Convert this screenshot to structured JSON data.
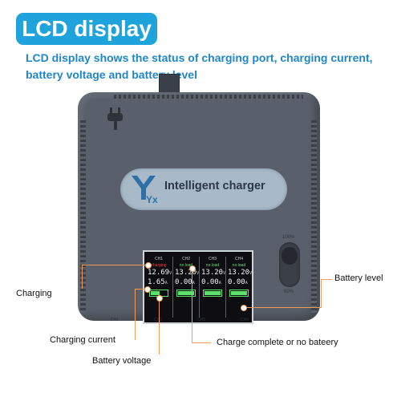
{
  "header": {
    "badge_text": "LCD display",
    "description": "LCD display shows the status of charging port, charging current, battery voltage and battery level"
  },
  "charger": {
    "brand_label": "Intelligent charger",
    "logo_text": "Yx",
    "slider_top_label": "100%",
    "slider_bottom_label": "60%",
    "slots": [
      "CH1",
      "CH2",
      "CH3",
      "CH4"
    ]
  },
  "lcd": {
    "channels": [
      {
        "name": "CH1",
        "status": "charging",
        "voltage": "12.69",
        "voltage_unit": "V",
        "current": "1.65",
        "current_unit": "A",
        "battery_level": 0.55
      },
      {
        "name": "CH2",
        "status": "no load",
        "voltage": "13.20",
        "voltage_unit": "V",
        "current": "0.00",
        "current_unit": "A",
        "battery_level": 1.0
      },
      {
        "name": "CH3",
        "status": "no load",
        "voltage": "13.20",
        "voltage_unit": "V",
        "current": "0.00",
        "current_unit": "A",
        "battery_level": 1.0
      },
      {
        "name": "CH4",
        "status": "no load",
        "voltage": "13.20",
        "voltage_unit": "V",
        "current": "0.00",
        "current_unit": "A",
        "battery_level": 1.0
      }
    ]
  },
  "callouts": {
    "charging": "Charging",
    "charging_current": "Charging current",
    "battery_voltage": "Battery voltage",
    "charge_complete": "Charge complete or no bateery",
    "battery_level": "Battery level"
  },
  "colors": {
    "accent": "#1fa3dc",
    "description_text": "#1f86c8",
    "callout_line": "#f39b5b",
    "charger_body": "#59606b",
    "lcd_green": "#5de06a",
    "lcd_red": "#ff3a3a"
  }
}
